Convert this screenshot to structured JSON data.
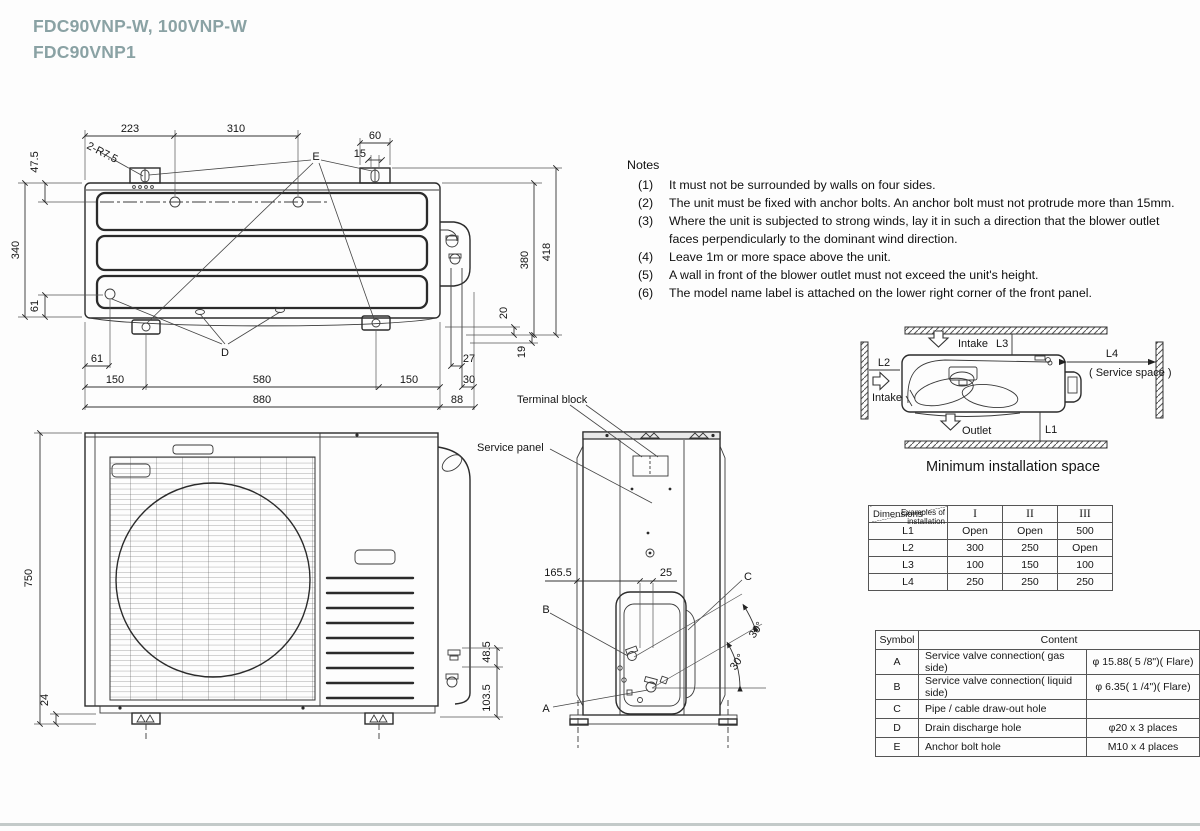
{
  "title": {
    "line1": "FDC90VNP-W, 100VNP-W",
    "line2": "FDC90VNP1"
  },
  "notes": {
    "title": "Notes",
    "items": [
      {
        "num": "(1)",
        "text": "It must not be surrounded by walls on four sides."
      },
      {
        "num": "(2)",
        "text": "The unit must be fixed with anchor bolts. An anchor bolt must not protrude more than 15mm."
      },
      {
        "num": "(3)",
        "text": "Where the unit is subjected to strong winds, lay it in such a direction that the blower outlet faces perpendicularly to the dominant wind direction."
      },
      {
        "num": "(4)",
        "text": "Leave 1m or more space above the unit."
      },
      {
        "num": "(5)",
        "text": "A wall in front of the blower outlet must not exceed the unit's height."
      },
      {
        "num": "(6)",
        "text": "The model name label is attached on the lower right corner of the front panel."
      }
    ]
  },
  "top_view": {
    "dim_223": "223",
    "dim_310": "310",
    "dim_60": "60",
    "dim_15": "15",
    "radius_note": "2-R7.5",
    "dim_47_5": "47.5",
    "dim_340": "340",
    "dim_61_left": "61",
    "dim_380": "380",
    "dim_418": "418",
    "dim_20": "20",
    "dim_19": "19",
    "dim_61_bottom": "61",
    "dim_27": "27",
    "dim_150_left": "150",
    "dim_580": "580",
    "dim_150_right": "150",
    "dim_30": "30",
    "dim_880": "880",
    "dim_88": "88",
    "label_d": "D",
    "label_e": "E"
  },
  "install_space": {
    "intake_top": "Intake",
    "l3": "L3",
    "l2": "L2",
    "intake_left": "Intake",
    "l4": "L4",
    "service_space": "( Service space )",
    "outlet": "Outlet",
    "l1": "L1",
    "caption": "Minimum installation space"
  },
  "install_table": {
    "corner_top": "Examples of installation",
    "corner_bottom": "Dimensions",
    "cols": [
      "I",
      "II",
      "III"
    ],
    "rows": [
      {
        "label": "L1",
        "values": [
          "Open",
          "Open",
          "500"
        ]
      },
      {
        "label": "L2",
        "values": [
          "300",
          "250",
          "Open"
        ]
      },
      {
        "label": "L3",
        "values": [
          "100",
          "150",
          "100"
        ]
      },
      {
        "label": "L4",
        "values": [
          "250",
          "250",
          "250"
        ]
      }
    ]
  },
  "symbol_table": {
    "header_symbol": "Symbol",
    "header_content": "Content",
    "rows": [
      {
        "symbol": "A",
        "content": "Service valve connection( gas side)",
        "spec": "φ 15.88( 5 /8\")( Flare)"
      },
      {
        "symbol": "B",
        "content": "Service valve connection( liquid side)",
        "spec": "φ 6.35( 1 /4\")( Flare)"
      },
      {
        "symbol": "C",
        "content": "Pipe / cable draw-out hole",
        "spec": ""
      },
      {
        "symbol": "D",
        "content": "Drain discharge hole",
        "spec": "φ20 x 3 places"
      },
      {
        "symbol": "E",
        "content": "Anchor bolt hole",
        "spec": "M10 x 4 places"
      }
    ]
  },
  "front_view": {
    "dim_750": "750",
    "dim_24": "24",
    "dim_48_5": "48.5",
    "dim_103_5": "103.5"
  },
  "side_view": {
    "terminal_block": "Terminal block",
    "service_panel": "Service panel",
    "dim_165_5": "165.5",
    "dim_25": "25",
    "label_a": "A",
    "label_b": "B",
    "label_c": "C",
    "angle_1": "30°",
    "angle_2": "30°"
  }
}
